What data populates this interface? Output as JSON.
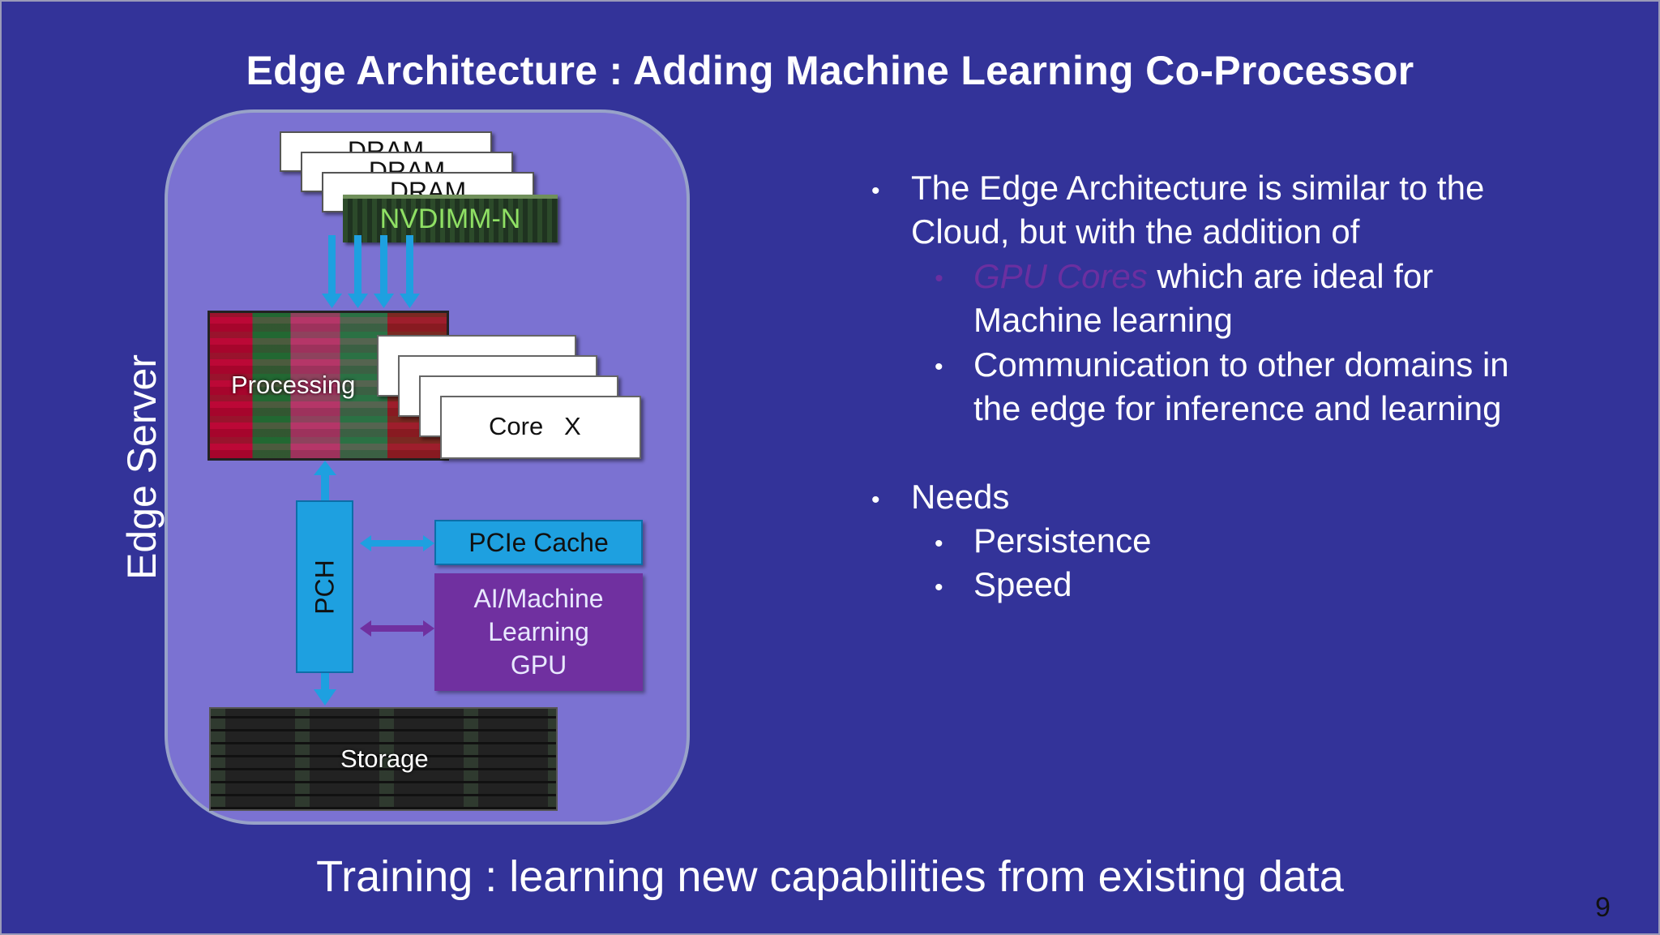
{
  "title": "Edge Architecture : Adding Machine Learning Co-Processor",
  "diagram": {
    "server_label": "Edge Server",
    "dram_labels": [
      "DRAM",
      "DRAM",
      "DRAM"
    ],
    "nvdimm_label": "NVDIMM-N",
    "processing_label": "Processing",
    "core_label": "Core   X",
    "pch_label": "PCH",
    "pcie_label": "PCIe Cache",
    "gpu_lines": [
      "AI/Machine",
      "Learning",
      "GPU"
    ],
    "storage_label": "Storage"
  },
  "bullets": {
    "item1_line1": "The Edge Architecture is similar to the",
    "item1_line2": "Cloud, but with the addition of",
    "sub1_highlight": "GPU Cores",
    "sub1_rest": " which are ideal for",
    "sub1_line2": "Machine learning",
    "sub2_line1": "Communication to other domains in",
    "sub2_line2": "the edge for inference and learning",
    "item2": "Needs",
    "sub3": "Persistence",
    "sub4": "Speed"
  },
  "footer": "Training : learning new capabilities from existing data",
  "page_number": "9"
}
